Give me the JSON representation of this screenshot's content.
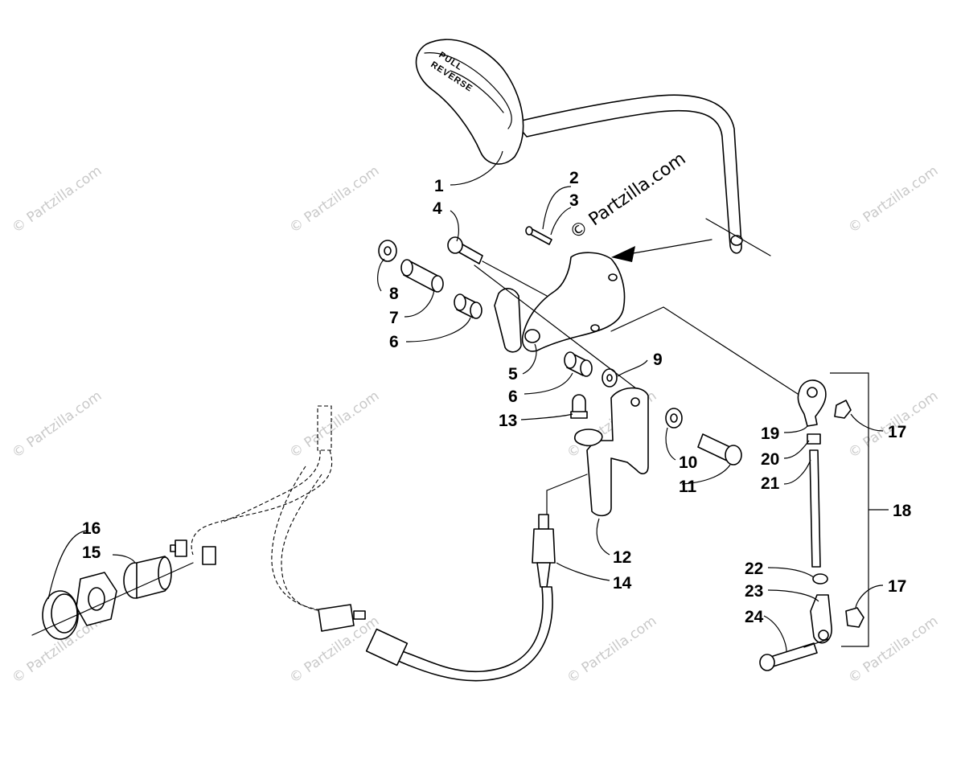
{
  "watermark": {
    "main": "© Partzilla.com",
    "faint": "© Partzilla.com"
  },
  "handle_text": {
    "line1": "PULL",
    "line2": "REVERSE"
  },
  "callouts": [
    "1",
    "2",
    "3",
    "4",
    "5",
    "6",
    "6",
    "7",
    "8",
    "9",
    "10",
    "11",
    "12",
    "13",
    "14",
    "15",
    "16",
    "17",
    "17",
    "18",
    "19",
    "20",
    "21",
    "22",
    "23",
    "24"
  ]
}
